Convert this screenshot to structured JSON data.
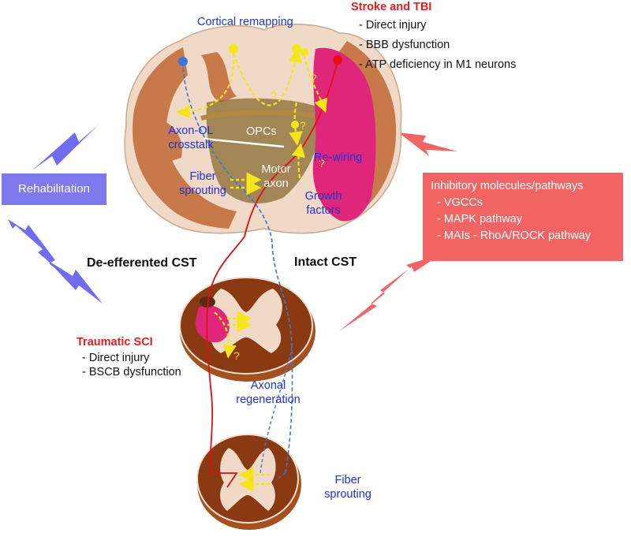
{
  "labels": {
    "cortical_remapping": "Cortical remapping",
    "stroke_tbi_title": "Stroke and TBI",
    "stroke_items": [
      "- Direct injury",
      "- BBB dysfunction",
      "- ATP deficiency in M1 neurons"
    ],
    "axon_ol_line1": "Axon-OL",
    "axon_ol_line2": "crosstalk",
    "opcs": "OPCs",
    "rewiring": "Re-wiring",
    "motor_axon_line1": "Motor",
    "motor_axon_line2": "axon",
    "fiber_sprouting_brain_line1": "Fiber",
    "fiber_sprouting_brain_line2": "sprouting",
    "growth_factors_line1": "Growth",
    "growth_factors_line2": "factors",
    "rehabilitation": "Rehabilitation",
    "inhibitory_title": "Inhibitory molecules/pathways",
    "inhibitory_items": [
      "- VGCCs",
      "- MAPK pathway",
      "- MAIs - RhoA/ROCK pathway"
    ],
    "de_efferented_cst": "De-efferented CST",
    "intact_cst": "Intact CST",
    "traumatic_sci_title": "Traumatic SCI",
    "sci_items": [
      "- Direct injury",
      "- BSCB dysfunction"
    ],
    "axonal_regen_line1": "Axonal",
    "axonal_regen_line2": "regeneration",
    "fiber_sprouting_cord_line1": "Fiber",
    "fiber_sprouting_cord_line2": "sprouting",
    "question_mark": "?"
  },
  "colors": {
    "label_blue": "#1f33d6",
    "title_red": "#e02020",
    "rehab_box": "#8079ee",
    "inhibitory_box": "#f26464",
    "lesion_magenta": "#e0267a",
    "gray_matter": "#c8794a",
    "white_matter": "#f0d9c6",
    "spinal_cord": "#8a3a12",
    "arrow_yellow": "#f5e51a",
    "tract_red": "#e01010",
    "tract_blue": "#3a78d8"
  }
}
